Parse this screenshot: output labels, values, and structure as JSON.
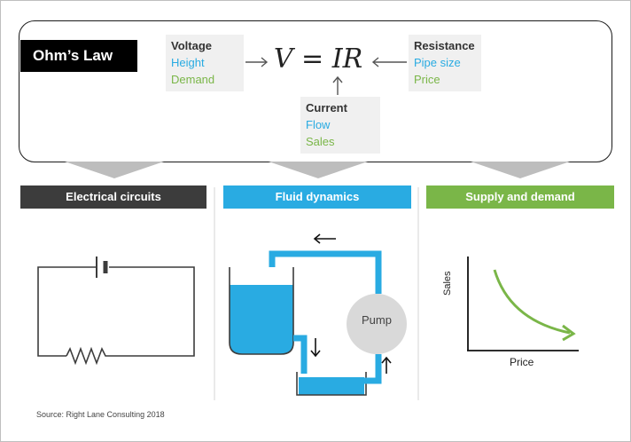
{
  "title": "Ohm’s Law",
  "formula": "V = IR",
  "voltage": {
    "label": "Voltage",
    "fluid": "Height",
    "supply": "Demand"
  },
  "resistance": {
    "label": "Resistance",
    "fluid": "Pipe size",
    "supply": "Price"
  },
  "current": {
    "label": "Current",
    "fluid": "Flow",
    "supply": "Sales"
  },
  "columns": {
    "electrical": "Electrical circuits",
    "fluid": "Fluid dynamics",
    "supply": "Supply and demand"
  },
  "pump_label": "Pump",
  "chart": {
    "xlabel": "Price",
    "ylabel": "Sales"
  },
  "source": "Source: Right Lane Consulting 2018",
  "colors": {
    "dark": "#3c3c3c",
    "blue": "#29abe2",
    "green": "#7ab648",
    "grey_panel": "#f0f0f0"
  }
}
